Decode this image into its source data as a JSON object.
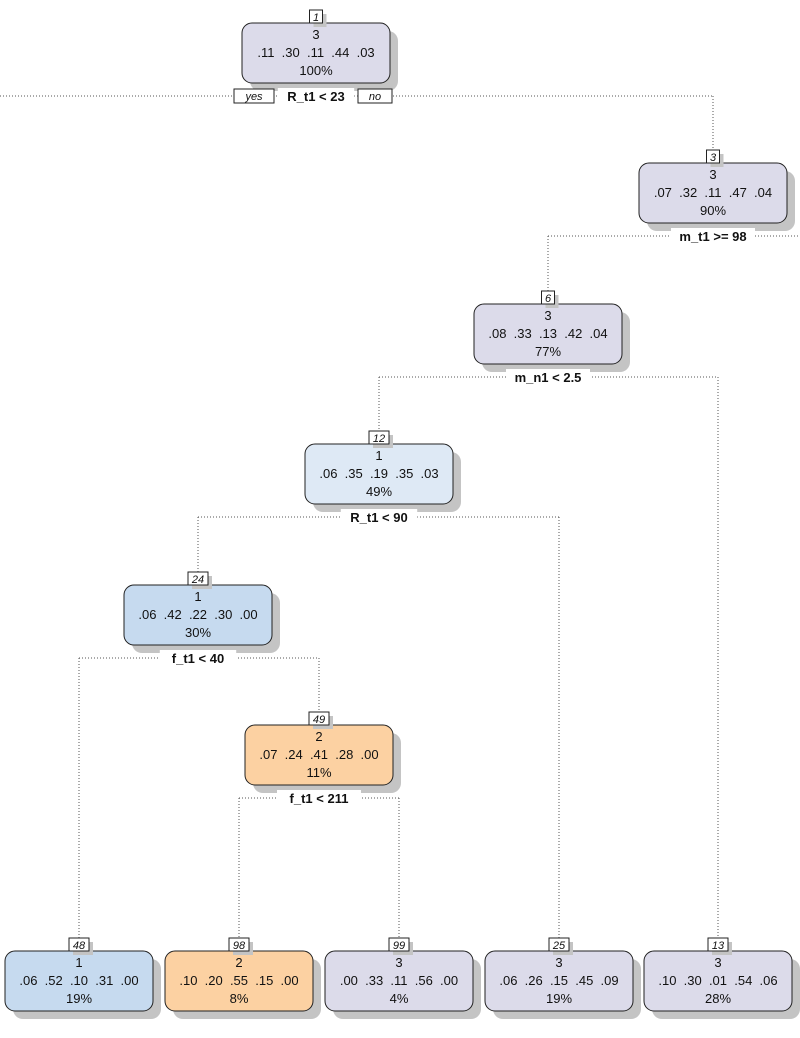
{
  "colors": {
    "class1_light": "#dee9f5",
    "class1": "#c6daef",
    "class2": "#fcd1a2",
    "class3": "#dcdbea",
    "edge": "#555555",
    "shadow": "#c4c4c4"
  },
  "branch_labels": {
    "yes": "yes",
    "no": "no"
  },
  "nodes": [
    {
      "id": "1",
      "class": "3",
      "probs": ".11  .30  .11  .44  .03",
      "pct": "100%",
      "split": "R_t1 < 23",
      "fill": "class3"
    },
    {
      "id": "3",
      "class": "3",
      "probs": ".07  .32  .11  .47  .04",
      "pct": "90%",
      "split": "m_t1 >= 98",
      "fill": "class3"
    },
    {
      "id": "6",
      "class": "3",
      "probs": ".08  .33  .13  .42  .04",
      "pct": "77%",
      "split": "m_n1 < 2.5",
      "fill": "class3"
    },
    {
      "id": "12",
      "class": "1",
      "probs": ".06  .35  .19  .35  .03",
      "pct": "49%",
      "split": "R_t1 < 90",
      "fill": "class1_light"
    },
    {
      "id": "24",
      "class": "1",
      "probs": ".06  .42  .22  .30  .00",
      "pct": "30%",
      "split": "f_t1 < 40",
      "fill": "class1"
    },
    {
      "id": "49",
      "class": "2",
      "probs": ".07  .24  .41  .28  .00",
      "pct": "11%",
      "split": "f_t1 < 211",
      "fill": "class2"
    },
    {
      "id": "48",
      "class": "1",
      "probs": ".06  .52  .10  .31  .00",
      "pct": "19%",
      "split": null,
      "fill": "class1"
    },
    {
      "id": "98",
      "class": "2",
      "probs": ".10  .20  .55  .15  .00",
      "pct": "8%",
      "split": null,
      "fill": "class2"
    },
    {
      "id": "99",
      "class": "3",
      "probs": ".00  .33  .11  .56  .00",
      "pct": "4%",
      "split": null,
      "fill": "class3"
    },
    {
      "id": "25",
      "class": "3",
      "probs": ".06  .26  .15  .45  .09",
      "pct": "19%",
      "split": null,
      "fill": "class3"
    },
    {
      "id": "13",
      "class": "3",
      "probs": ".10  .30  .01  .54  .06",
      "pct": "28%",
      "split": null,
      "fill": "class3"
    }
  ]
}
